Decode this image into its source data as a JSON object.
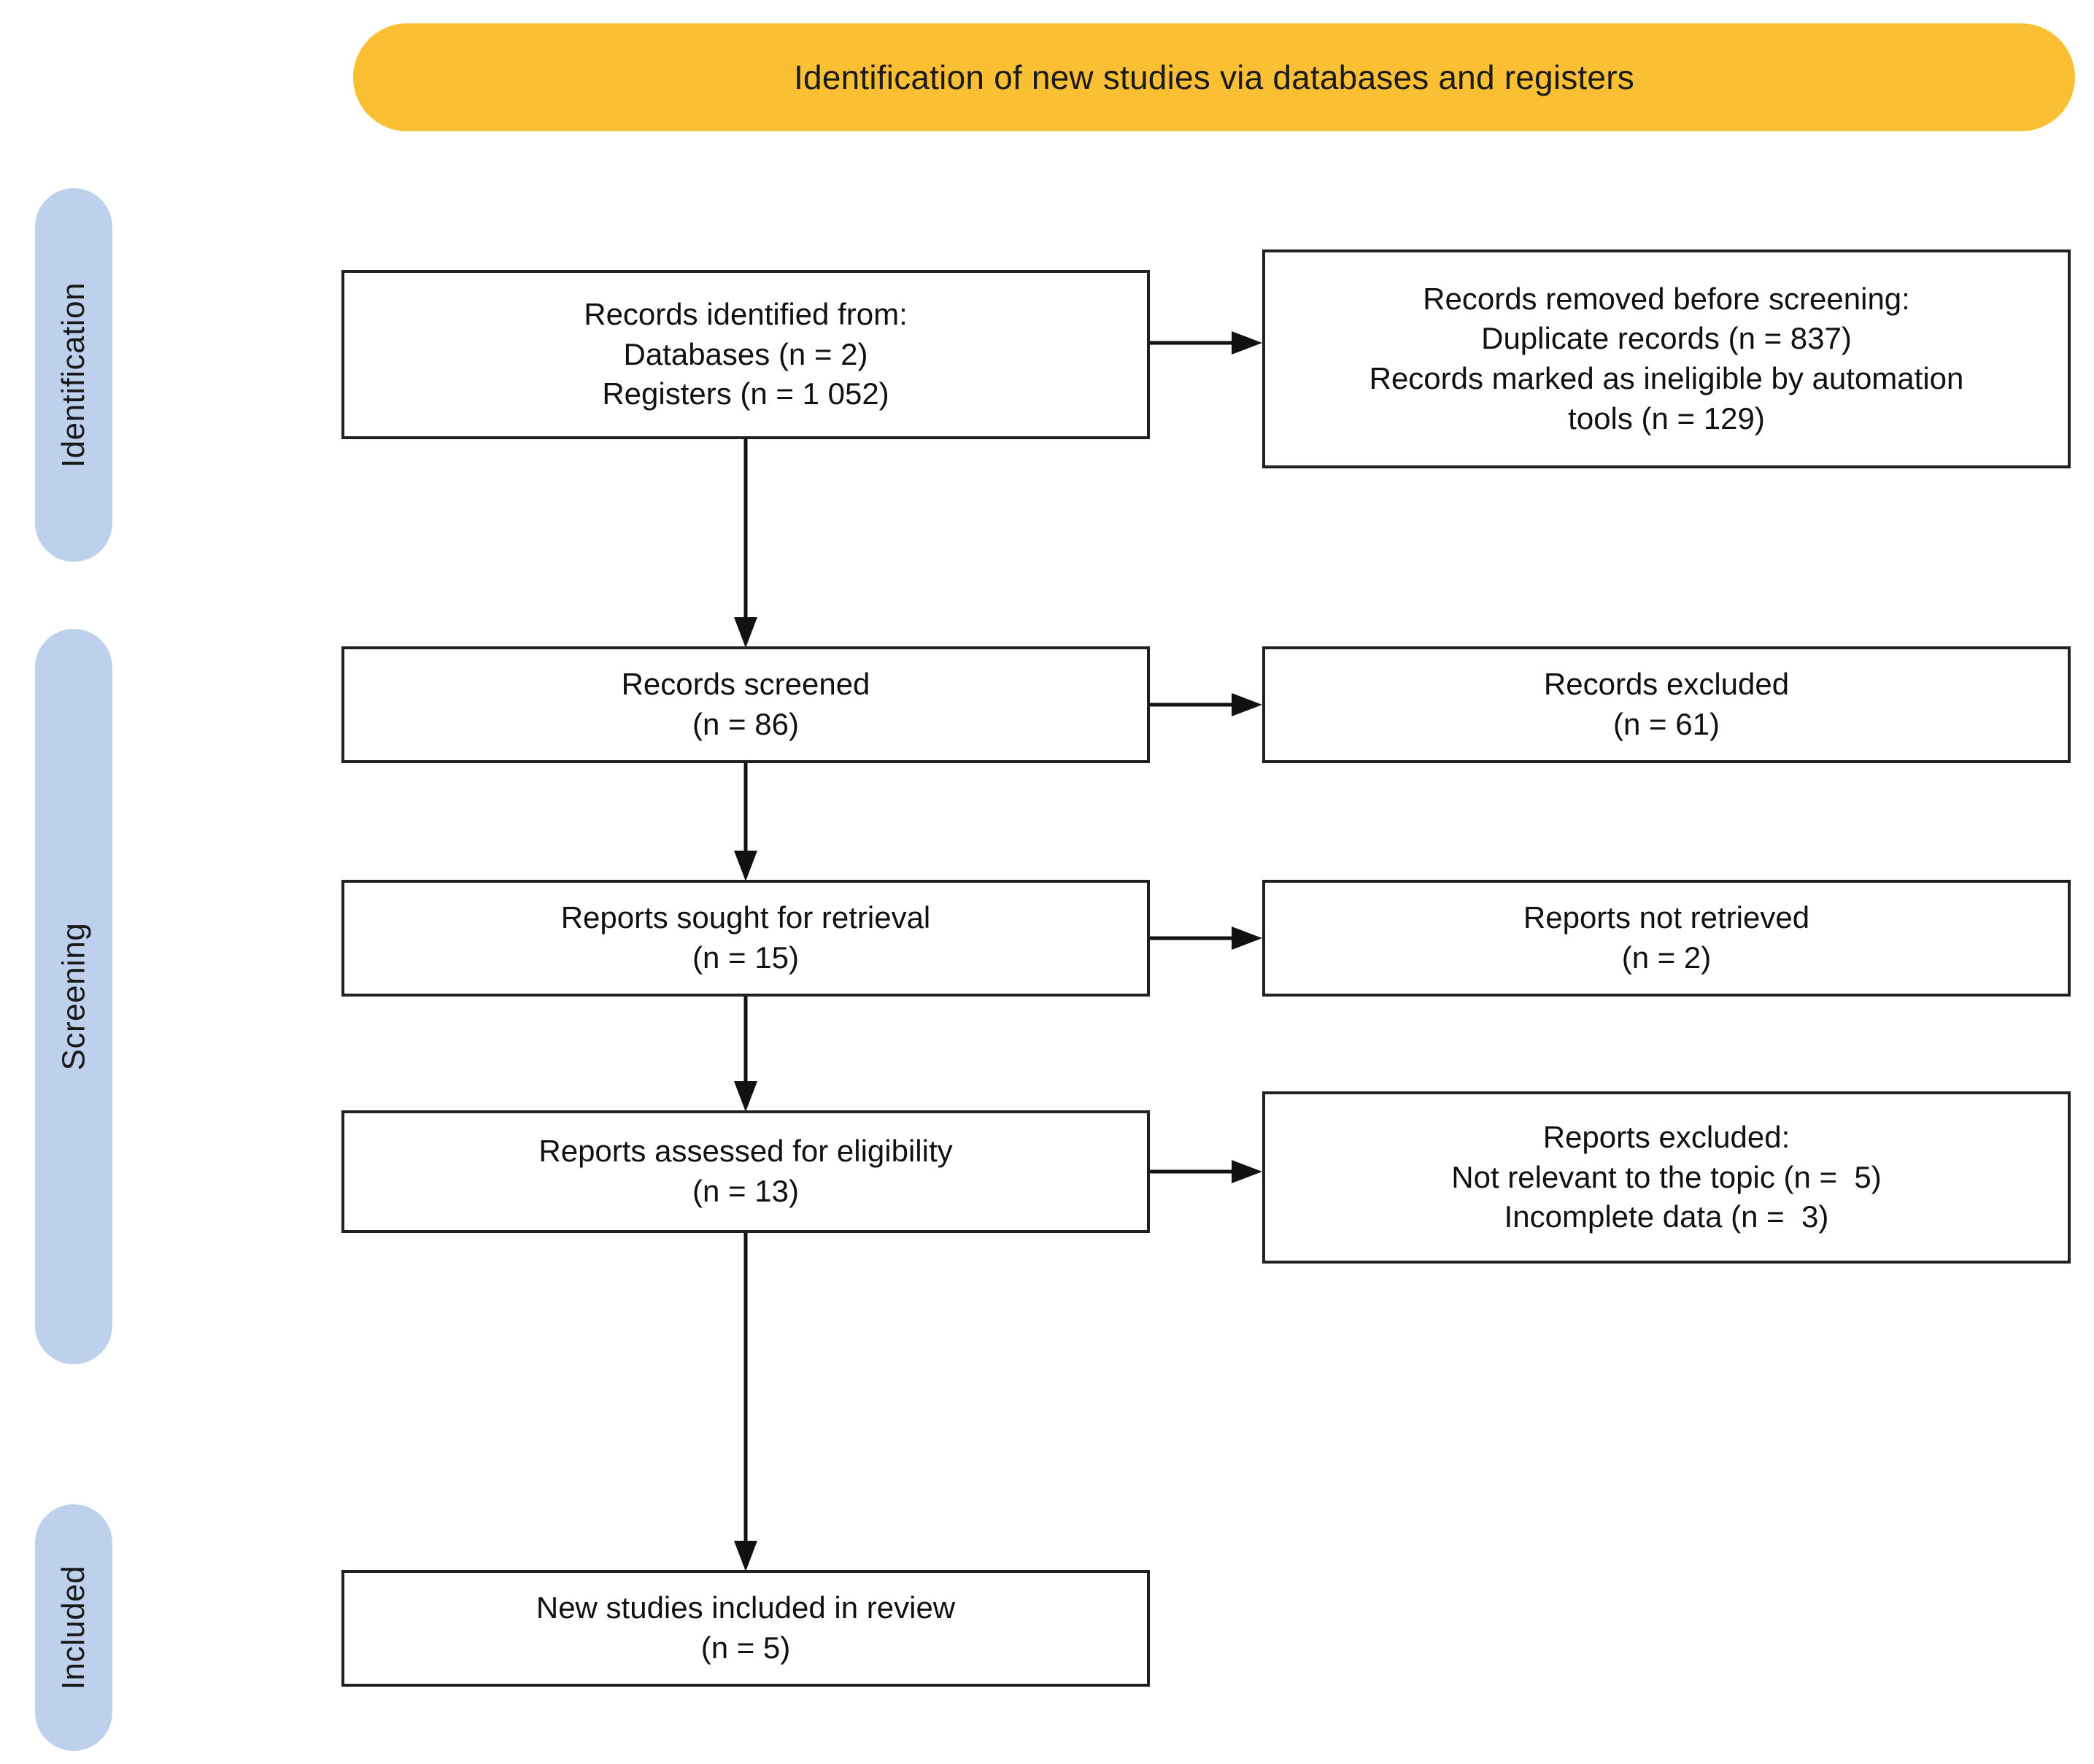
{
  "header": {
    "title": "Identification of new studies via databases and registers",
    "background_color": "#FBBF34"
  },
  "stages": {
    "background_color": "#BDD1EC",
    "items": [
      {
        "id": "identification",
        "label": "Identification"
      },
      {
        "id": "screening",
        "label": "Screening"
      },
      {
        "id": "included",
        "label": "Included"
      }
    ]
  },
  "boxes": {
    "identified": {
      "id": "records-identified",
      "lines": [
        "Records identified from:",
        "Databases (n = 2)",
        "Registers (n = 1 052)"
      ]
    },
    "removed": {
      "id": "records-removed-before-screening",
      "lines": [
        "Records removed before screening:",
        "Duplicate records (n = 837)",
        "Records marked as ineligible by automation",
        "tools (n = 129)"
      ]
    },
    "screened": {
      "id": "records-screened",
      "lines": [
        "Records screened",
        "(n = 86)"
      ]
    },
    "excluded1": {
      "id": "records-excluded",
      "lines": [
        "Records excluded",
        "(n = 61)"
      ]
    },
    "sought": {
      "id": "reports-sought-for-retrieval",
      "lines": [
        "Reports sought for retrieval",
        "(n = 15)"
      ]
    },
    "notretrieved": {
      "id": "reports-not-retrieved",
      "lines": [
        "Reports not retrieved",
        "(n = 2)"
      ]
    },
    "assessed": {
      "id": "reports-assessed-for-eligibility",
      "lines": [
        "Reports assessed for eligibility",
        "(n = 13)"
      ]
    },
    "excluded2": {
      "id": "reports-excluded",
      "lines": [
        "Reports excluded:",
        "Not relevant to the topic (n =  5)",
        "Incomplete data (n =  3)"
      ]
    },
    "included": {
      "id": "new-studies-included-in-review",
      "lines": [
        "New studies included in review",
        "(n = 5)"
      ]
    }
  },
  "chart_data": {
    "type": "diagram",
    "title": "Identification of new studies via databases and registers",
    "nodes": [
      {
        "id": "records-identified",
        "stage": "Identification",
        "column": "left",
        "label": "Records identified from: Databases (n = 2); Registers (n = 1 052)",
        "counts": {
          "databases": 2,
          "registers": 1052
        }
      },
      {
        "id": "records-removed-before-screening",
        "stage": "Identification",
        "column": "right",
        "label": "Records removed before screening",
        "counts": {
          "duplicate_records": 837,
          "ineligible_by_automation_tools": 129
        }
      },
      {
        "id": "records-screened",
        "stage": "Screening",
        "column": "left",
        "label": "Records screened",
        "counts": {
          "n": 86
        }
      },
      {
        "id": "records-excluded",
        "stage": "Screening",
        "column": "right",
        "label": "Records excluded",
        "counts": {
          "n": 61
        }
      },
      {
        "id": "reports-sought-for-retrieval",
        "stage": "Screening",
        "column": "left",
        "label": "Reports sought for retrieval",
        "counts": {
          "n": 15
        }
      },
      {
        "id": "reports-not-retrieved",
        "stage": "Screening",
        "column": "right",
        "label": "Reports not retrieved",
        "counts": {
          "n": 2
        }
      },
      {
        "id": "reports-assessed-for-eligibility",
        "stage": "Screening",
        "column": "left",
        "label": "Reports assessed for eligibility",
        "counts": {
          "n": 13
        }
      },
      {
        "id": "reports-excluded",
        "stage": "Screening",
        "column": "right",
        "label": "Reports excluded",
        "counts": {
          "not_relevant_to_topic": 5,
          "incomplete_data": 3
        }
      },
      {
        "id": "new-studies-included-in-review",
        "stage": "Included",
        "column": "left",
        "label": "New studies included in review",
        "counts": {
          "n": 5
        }
      }
    ],
    "edges": [
      {
        "from": "records-identified",
        "to": "records-removed-before-screening",
        "direction": "right"
      },
      {
        "from": "records-identified",
        "to": "records-screened",
        "direction": "down"
      },
      {
        "from": "records-screened",
        "to": "records-excluded",
        "direction": "right"
      },
      {
        "from": "records-screened",
        "to": "reports-sought-for-retrieval",
        "direction": "down"
      },
      {
        "from": "reports-sought-for-retrieval",
        "to": "reports-not-retrieved",
        "direction": "right"
      },
      {
        "from": "reports-sought-for-retrieval",
        "to": "reports-assessed-for-eligibility",
        "direction": "down"
      },
      {
        "from": "reports-assessed-for-eligibility",
        "to": "reports-excluded",
        "direction": "right"
      },
      {
        "from": "reports-assessed-for-eligibility",
        "to": "new-studies-included-in-review",
        "direction": "down"
      }
    ]
  }
}
